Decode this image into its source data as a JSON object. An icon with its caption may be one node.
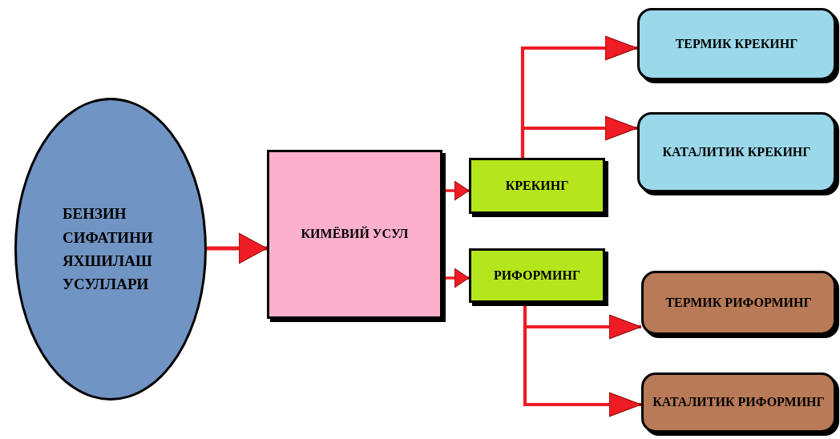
{
  "diagram": {
    "nodes": [
      {
        "text": [
          "БЕНЗИН СИФАТИНИ ЯХШИЛАШ УСУЛЛАРИ"
        ]
      },
      {
        "text": [
          "КИМЁВИЙ УСУЛ"
        ]
      },
      {
        "text": [
          "КРЕКИНГ"
        ]
      },
      {
        "text": [
          "РИФОРМИНГ"
        ]
      },
      {
        "text": [
          "ТЕРМИК КРЕКИНГ"
        ]
      },
      {
        "text": [
          "КАТАЛИТИК КРЕКИНГ"
        ]
      },
      {
        "text": [
          "ТЕРМИК РИФОРМИНГ"
        ]
      },
      {
        "text": [
          "КАТАЛИТИК РИФОРМИНГ"
        ]
      }
    ],
    "edges": [
      {
        "from": 0,
        "to": 1,
        "arrow": "to"
      },
      {
        "from": 1,
        "to": 2,
        "arrow": "to"
      },
      {
        "from": 1,
        "to": 3,
        "arrow": "to"
      },
      {
        "from": 2,
        "to": 4,
        "arrow": "to"
      },
      {
        "from": 2,
        "to": 5,
        "arrow": "to"
      },
      {
        "from": 3,
        "to": 6,
        "arrow": "to"
      },
      {
        "from": 3,
        "to": 7,
        "arrow": "to"
      }
    ]
  }
}
